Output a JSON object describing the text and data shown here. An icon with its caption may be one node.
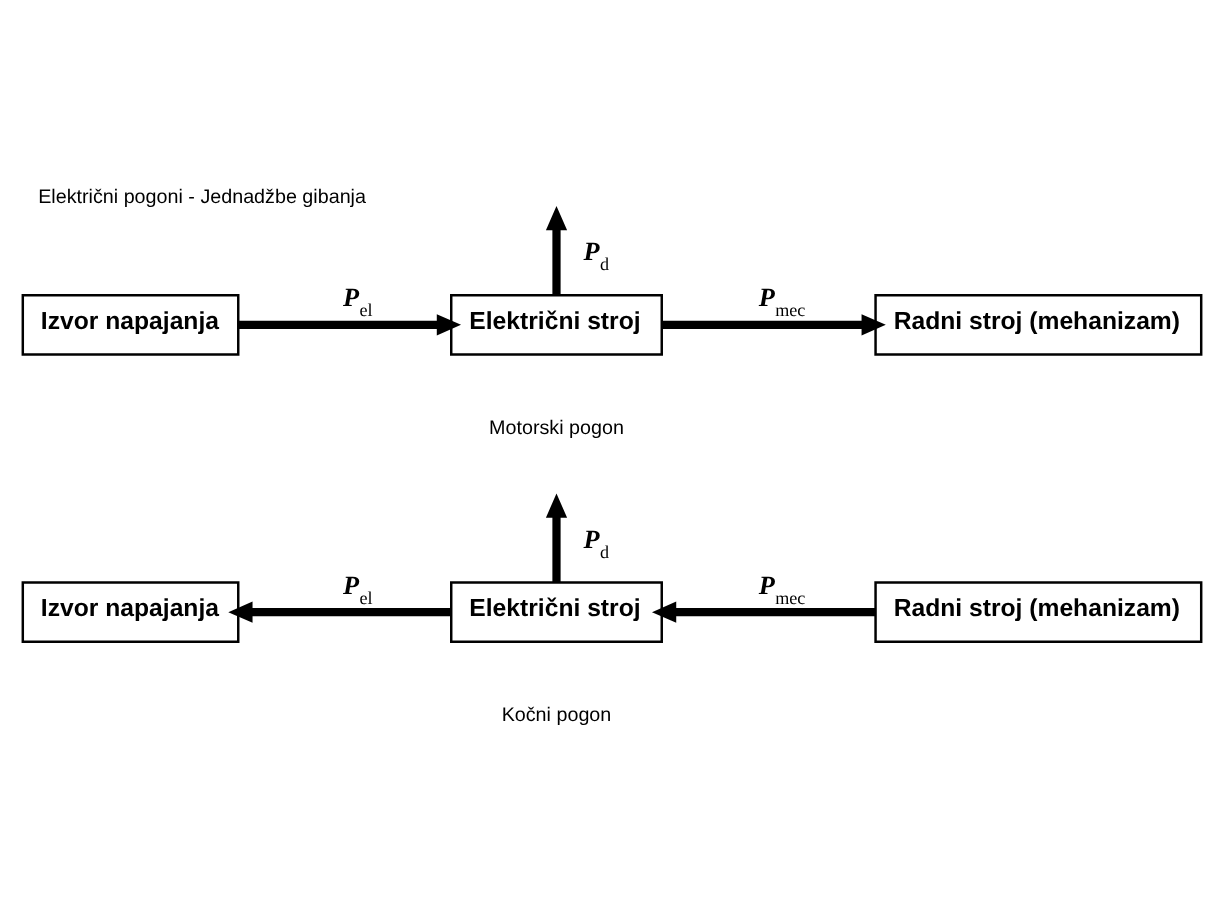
{
  "diagram": {
    "title": "Električni pogoni - Jednadžbe gibanja",
    "nodes": [
      {
        "text": [
          "Izvor napajanja"
        ]
      },
      {
        "text": [
          "Električni stroj"
        ]
      },
      {
        "text": [
          "Radni stroj (mehanizam)"
        ]
      },
      {
        "text": [
          "Izvor napajanja"
        ]
      },
      {
        "text": [
          "Električni stroj"
        ]
      },
      {
        "text": [
          "Radni stroj (mehanizam)"
        ]
      }
    ],
    "edges": [
      {
        "from": 1,
        "to": null,
        "arrow": "to",
        "label": "P$_{d}$"
      },
      {
        "from": 0,
        "to": 1,
        "arrow": "to",
        "label": "P$_{el}$"
      },
      {
        "from": 1,
        "to": 2,
        "arrow": "to",
        "label": "P$_{mec}$"
      },
      {
        "from": 4,
        "to": null,
        "arrow": "to",
        "label": "P$_{d}$"
      },
      {
        "from": 4,
        "to": 3,
        "arrow": "to",
        "label": "P$_{el}$"
      },
      {
        "from": 5,
        "to": 4,
        "arrow": "to",
        "label": "P$_{mec}$"
      }
    ],
    "labels": [
      "Motorski pogon",
      "Kočni pogon"
    ]
  }
}
